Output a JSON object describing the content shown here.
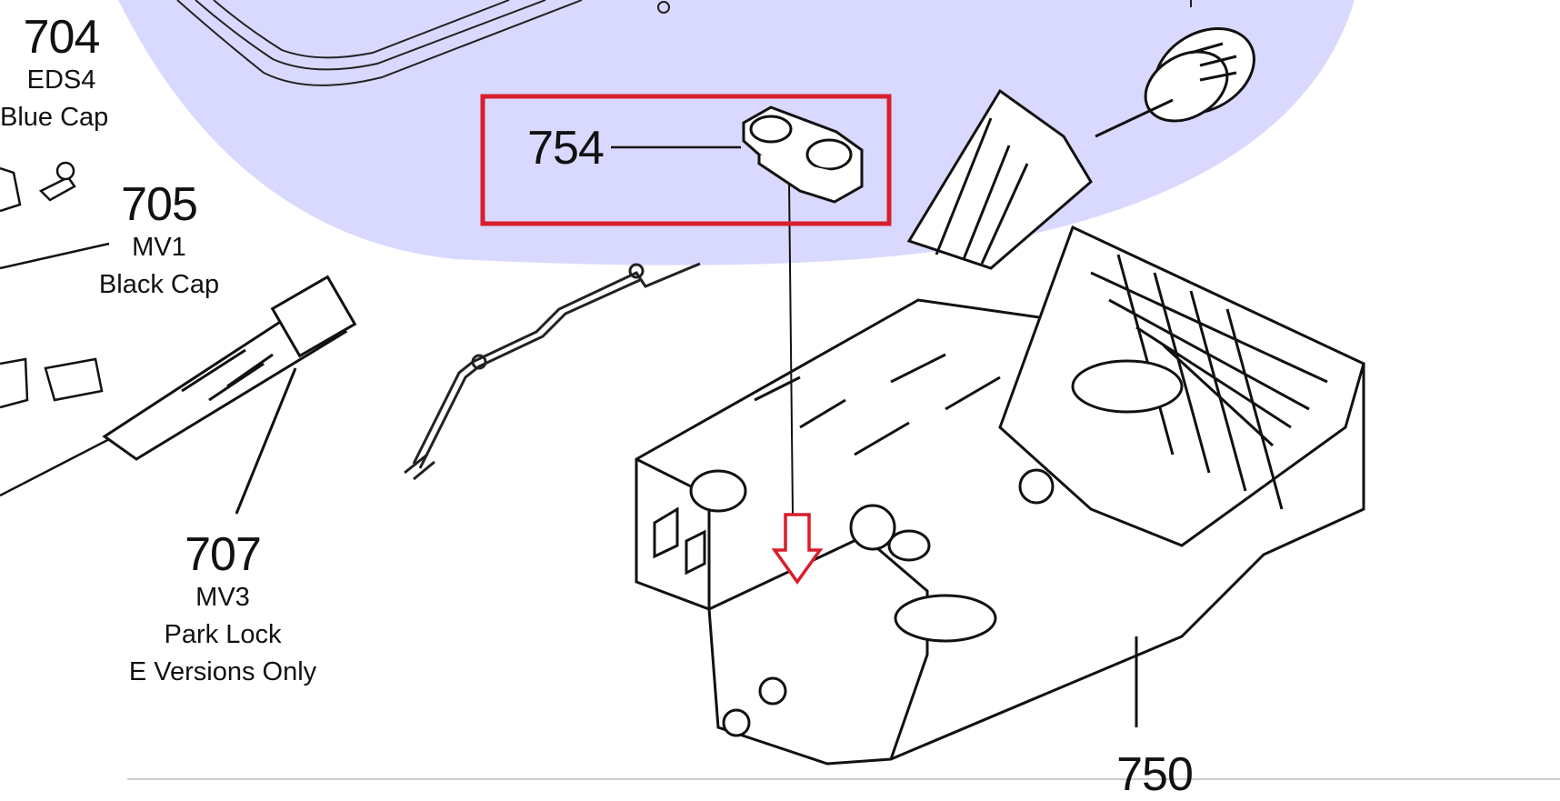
{
  "background_tint": "#d9d9ff",
  "highlight_color": "#d81e2c",
  "callouts": [
    {
      "number": "704",
      "lines": [
        "EDS4",
        "Blue Cap"
      ]
    },
    {
      "number": "705",
      "lines": [
        "MV1",
        "Black Cap"
      ]
    },
    {
      "number": "707",
      "lines": [
        "MV3",
        "Park Lock",
        "E Versions Only"
      ]
    },
    {
      "number": "754",
      "lines": []
    },
    {
      "number": "750",
      "lines": []
    }
  ]
}
